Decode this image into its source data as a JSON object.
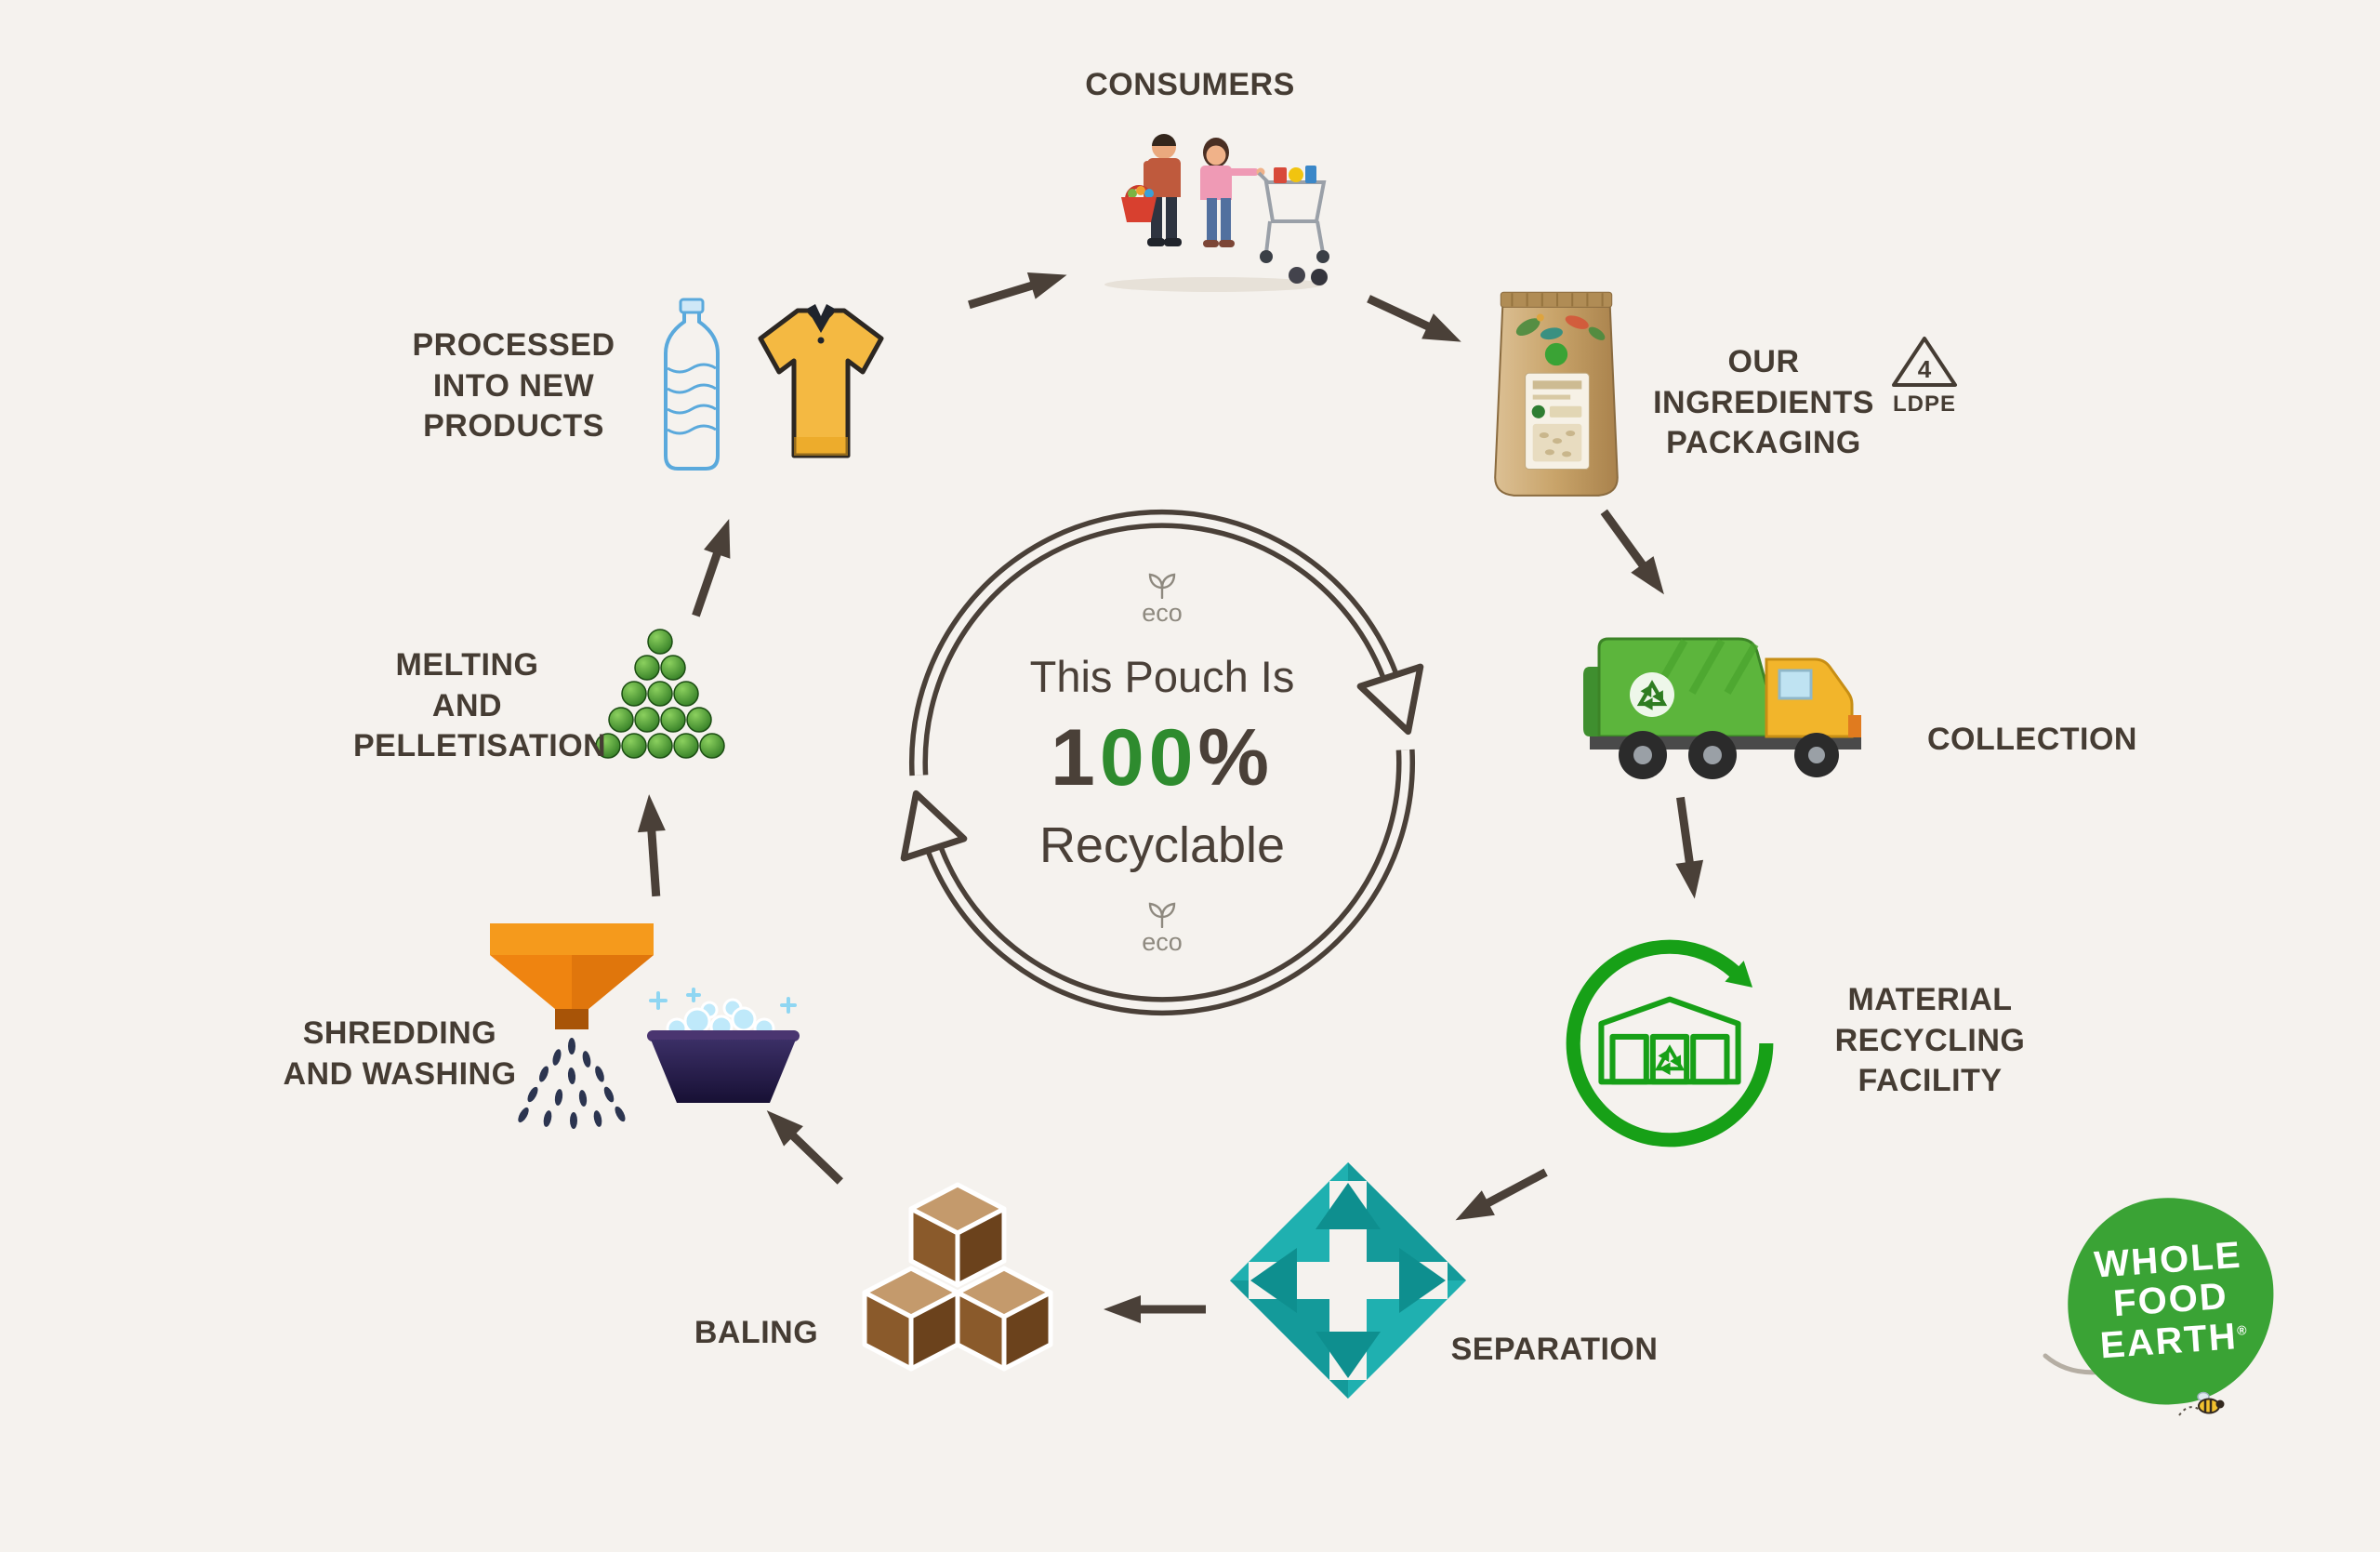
{
  "colors": {
    "background": "#f5f2ee",
    "text_dark": "#453c33",
    "arrow_dark": "#4a4038",
    "cycle_green": "#2e8b2e",
    "mrf_green": "#17a017",
    "separation_teal": "#1fb0b0",
    "logo_green": "#3aa335"
  },
  "center": {
    "eco_top": "eco",
    "eco_bottom": "eco",
    "line1": "This Pouch Is",
    "pct_1": "1",
    "pct_00": "00",
    "pct_sign": "%",
    "line3": "Recyclable"
  },
  "steps": {
    "consumers": {
      "label": "CONSUMERS"
    },
    "packaging": {
      "label": "OUR INGREDIENTS\nPACKAGING",
      "resin_code": "4",
      "resin_label": "LDPE"
    },
    "collection": {
      "label": "COLLECTION"
    },
    "mrf": {
      "label": "MATERIAL\nRECYCLING\nFACILITY"
    },
    "separation": {
      "label": "SEPARATION"
    },
    "baling": {
      "label": "BALING"
    },
    "shredding": {
      "label": "SHREDDING\nAND WASHING"
    },
    "melting": {
      "label": "MELTING\nAND\nPELLETISATION"
    },
    "processed": {
      "label": "PROCESSED\nINTO NEW PRODUCTS"
    }
  },
  "logo": {
    "line1": "WHOLE",
    "line2": "FOOD",
    "line3": "EARTH",
    "registered": "®"
  }
}
